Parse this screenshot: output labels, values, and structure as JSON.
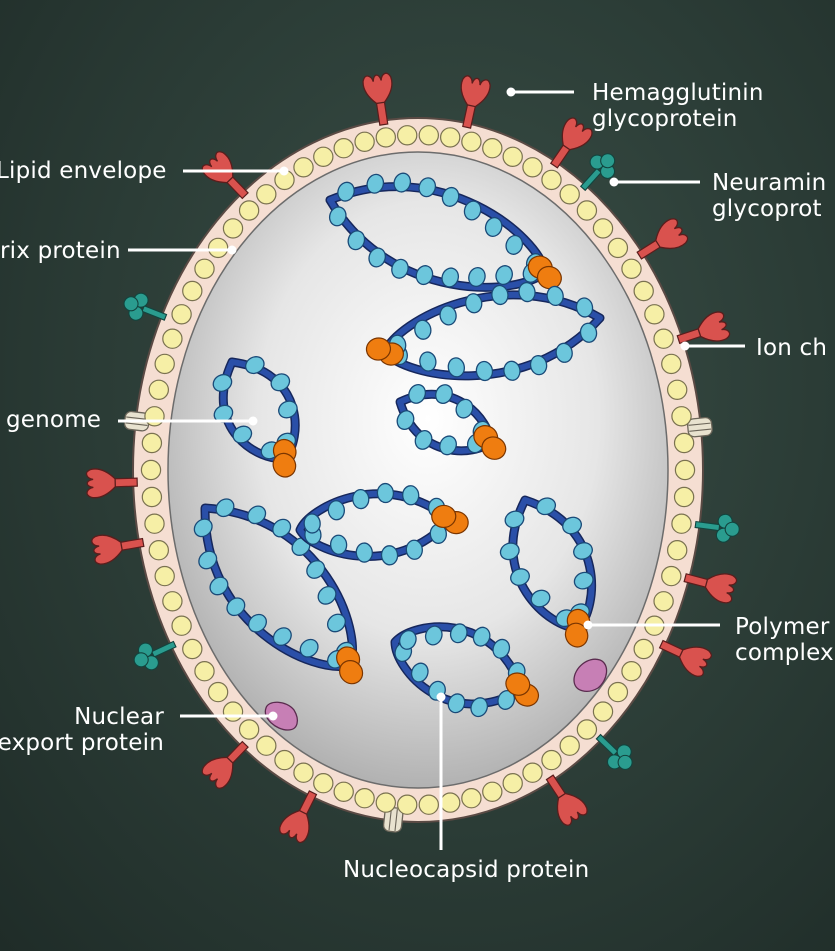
{
  "labels": {
    "hemagglutinin": [
      "Hemagglutinin",
      "glycoprotein"
    ],
    "lipid_envelope": "Lipid envelope",
    "neuraminidase": [
      "Neuramin",
      "glycoprot"
    ],
    "matrix_protein": "rix protein",
    "ion_channel": "Ion ch",
    "genome": "genome",
    "polymerase": [
      "Polymer",
      "complex"
    ],
    "nuclear_export": [
      "Nuclear",
      "export protein"
    ],
    "nucleocapsid": "Nucleocapsid protein"
  },
  "colors": {
    "background": "#2b3c36",
    "hemagglutinin": "#d9524e",
    "neuraminidase": "#2a9c8f",
    "matrix": "#f6efa6",
    "envelope": "#f5ded2",
    "nucleoprotein": "#6cc6dc",
    "rna_strand": "#2a4fa8",
    "polymerase": "#ef7d10",
    "nuclear_export": "#c77fb5",
    "ion_channel": "#e8e2cf"
  }
}
